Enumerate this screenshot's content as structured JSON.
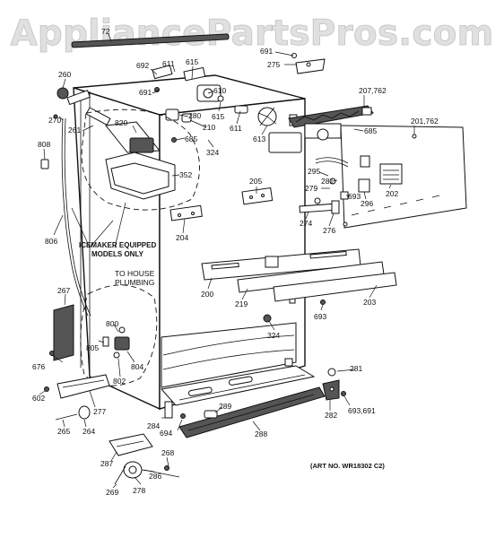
{
  "watermark": "AppliancePartsPros.com",
  "notes": {
    "icemaker": [
      "ICEMAKER EQUIPPED",
      "MODELS ONLY"
    ],
    "plumbing": [
      "TO HOUSE",
      "PLUMBING"
    ]
  },
  "art_number": "(ART NO. WR18302 C2)",
  "parts": [
    {
      "id": "p72",
      "num": "72"
    },
    {
      "id": "p691a",
      "num": "691"
    },
    {
      "id": "p275",
      "num": "275"
    },
    {
      "id": "p260",
      "num": "260"
    },
    {
      "id": "p692",
      "num": "692"
    },
    {
      "id": "p611a",
      "num": "611"
    },
    {
      "id": "p615a",
      "num": "615"
    },
    {
      "id": "p691b",
      "num": "691"
    },
    {
      "id": "p610",
      "num": "610"
    },
    {
      "id": "p207",
      "num": "207,762"
    },
    {
      "id": "p270",
      "num": "270"
    },
    {
      "id": "p820",
      "num": "820"
    },
    {
      "id": "p280",
      "num": "280"
    },
    {
      "id": "p615b",
      "num": "615"
    },
    {
      "id": "p210",
      "num": "210"
    },
    {
      "id": "p611b",
      "num": "611"
    },
    {
      "id": "p201",
      "num": "201,762"
    },
    {
      "id": "p261",
      "num": "261"
    },
    {
      "id": "p685a",
      "num": "685"
    },
    {
      "id": "p685b",
      "num": "685"
    },
    {
      "id": "p613",
      "num": "613"
    },
    {
      "id": "p808",
      "num": "808"
    },
    {
      "id": "p324a",
      "num": "324"
    },
    {
      "id": "p295",
      "num": "295"
    },
    {
      "id": "p352",
      "num": "352"
    },
    {
      "id": "p281a",
      "num": "281"
    },
    {
      "id": "p205",
      "num": "205"
    },
    {
      "id": "p279",
      "num": "279"
    },
    {
      "id": "p693a",
      "num": "693"
    },
    {
      "id": "p296",
      "num": "296"
    },
    {
      "id": "p202",
      "num": "202"
    },
    {
      "id": "p274",
      "num": "274"
    },
    {
      "id": "p276",
      "num": "276"
    },
    {
      "id": "p204",
      "num": "204"
    },
    {
      "id": "p806",
      "num": "806"
    },
    {
      "id": "p267",
      "num": "267"
    },
    {
      "id": "p200",
      "num": "200"
    },
    {
      "id": "p219",
      "num": "219"
    },
    {
      "id": "p203",
      "num": "203"
    },
    {
      "id": "p693b",
      "num": "693"
    },
    {
      "id": "p800",
      "num": "800"
    },
    {
      "id": "p805",
      "num": "805"
    },
    {
      "id": "p324b",
      "num": "324"
    },
    {
      "id": "p804",
      "num": "804"
    },
    {
      "id": "p802",
      "num": "802"
    },
    {
      "id": "p676",
      "num": "676"
    },
    {
      "id": "p281b",
      "num": "281"
    },
    {
      "id": "p602",
      "num": "602"
    },
    {
      "id": "p277",
      "num": "277"
    },
    {
      "id": "p282",
      "num": "282"
    },
    {
      "id": "p693c",
      "num": "693,691"
    },
    {
      "id": "p289",
      "num": "289"
    },
    {
      "id": "p284",
      "num": "284"
    },
    {
      "id": "p265",
      "num": "265"
    },
    {
      "id": "p264",
      "num": "264"
    },
    {
      "id": "p694",
      "num": "694"
    },
    {
      "id": "p288",
      "num": "288"
    },
    {
      "id": "p287",
      "num": "287"
    },
    {
      "id": "p268",
      "num": "268"
    },
    {
      "id": "p286",
      "num": "286"
    },
    {
      "id": "p269",
      "num": "269"
    },
    {
      "id": "p278",
      "num": "278"
    }
  ]
}
